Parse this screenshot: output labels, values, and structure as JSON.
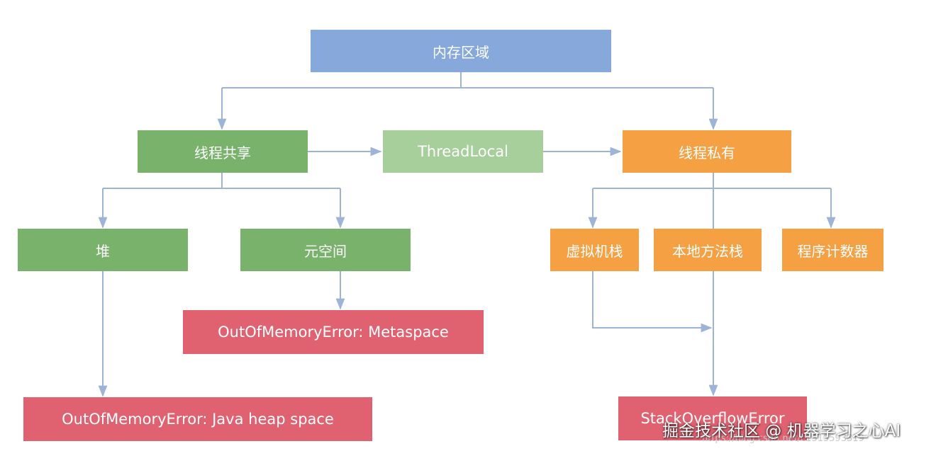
{
  "diagram": {
    "root": "内存区域",
    "shared": "线程共享",
    "threadlocal": "ThreadLocal",
    "private": "线程私有",
    "heap": "堆",
    "metaspace": "元空间",
    "vm_stack": "虚拟机栈",
    "native_stack": "本地方法栈",
    "pc": "程序计数器",
    "oom_metaspace": "OutOfMemoryError: Metaspace",
    "oom_heap": "OutOfMemoryError: Java heap space",
    "stackoverflow": "StackOverflowError"
  },
  "watermark": {
    "main": "掘金技术社区 @ 机器学习之心AI",
    "url": "https://blog.csdn.net/c1515593319"
  },
  "colors": {
    "blue": "#86a8da",
    "green": "#79b36b",
    "light_green": "#a6cf9c",
    "orange": "#f5a042",
    "red": "#e06271",
    "arrow": "#9db4d6"
  }
}
